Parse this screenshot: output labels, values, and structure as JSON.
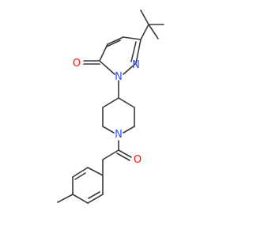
{
  "molecule": {
    "atoms": {
      "ketone_oxygen": {
        "symbol": "O",
        "color": "#ff0d0d"
      },
      "ring_nitrogen_1": {
        "symbol": "N",
        "color": "#3050f8"
      },
      "ring_nitrogen_2": {
        "symbol": "N",
        "color": "#3050f8"
      },
      "piperidine_nitrogen": {
        "symbol": "N",
        "color": "#3050f8"
      },
      "amide_oxygen": {
        "symbol": "O",
        "color": "#ff0d0d"
      }
    },
    "bond_color": "#3a3a3a",
    "background": "#ffffff"
  }
}
